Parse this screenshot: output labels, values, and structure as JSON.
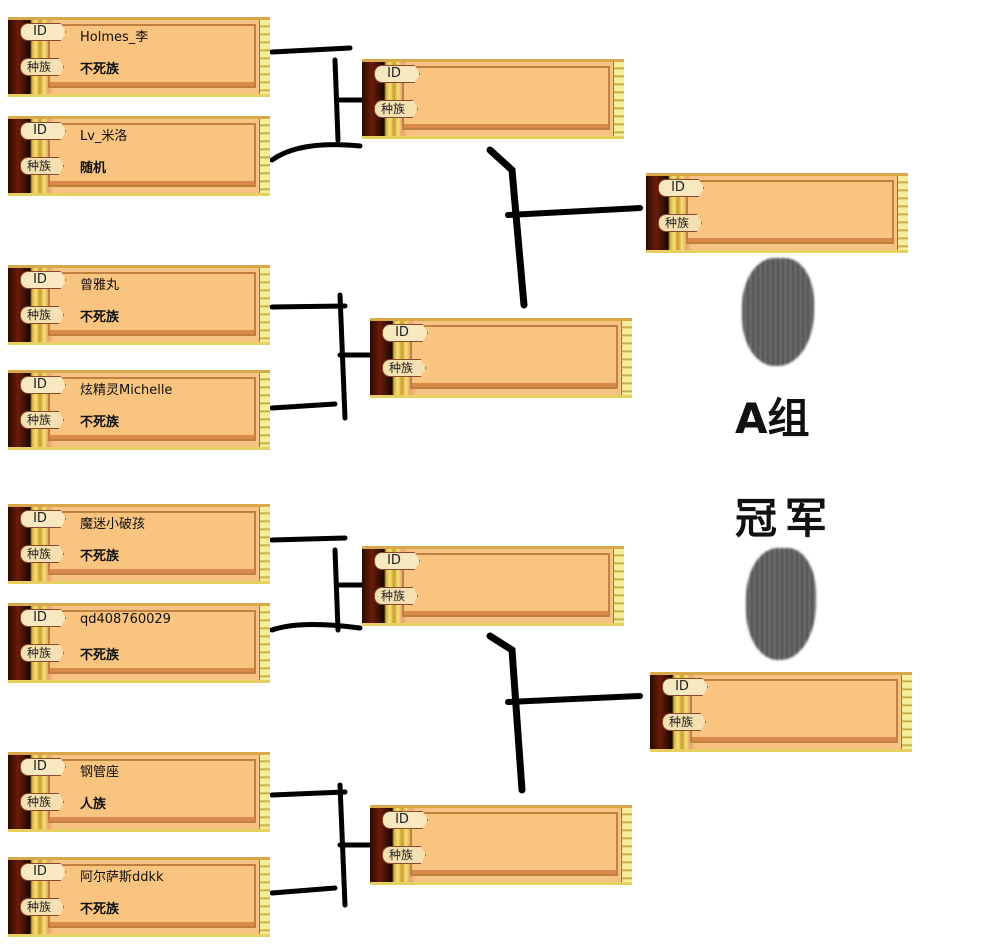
{
  "labels": {
    "id": "ID",
    "race": "种族"
  },
  "round1": [
    {
      "name": "Holmes_李",
      "race": "不死族"
    },
    {
      "name": "Lv_米洛",
      "race": "随机"
    },
    {
      "name": "曾雅丸",
      "race": "不死族"
    },
    {
      "name": "炫精灵Michelle",
      "race": "不死族"
    },
    {
      "name": "魔迷小破孩",
      "race": "不死族"
    },
    {
      "name": "qd408760029",
      "race": "不死族"
    },
    {
      "name": "钢管座",
      "race": "人族"
    },
    {
      "name": "阿尔萨斯ddkk",
      "race": "不死族"
    }
  ],
  "group_label": "A组",
  "champion_label": "冠军"
}
